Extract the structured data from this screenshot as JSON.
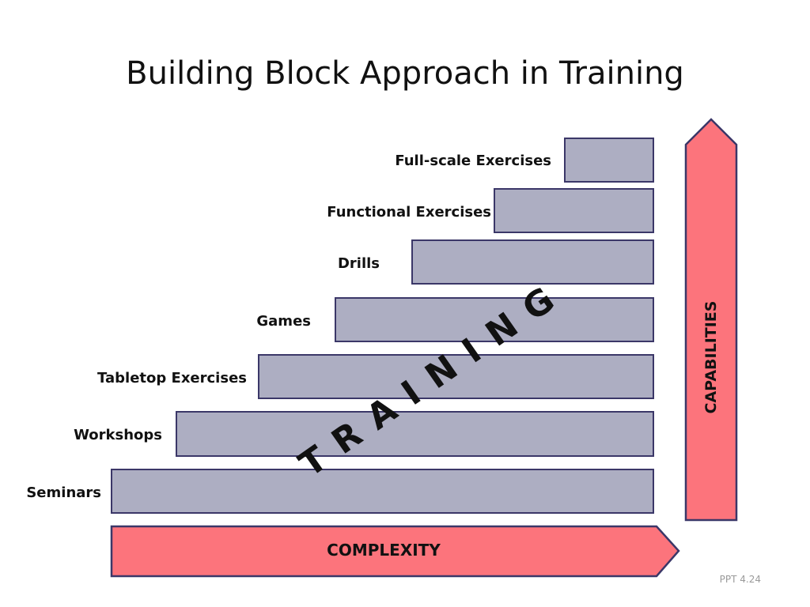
{
  "title": "Building Block Approach in Training",
  "steps": [
    {
      "label": "Full-scale Exercises"
    },
    {
      "label": "Functional Exercises"
    },
    {
      "label": "Drills"
    },
    {
      "label": "Games"
    },
    {
      "label": "Tabletop Exercises"
    },
    {
      "label": "Workshops"
    },
    {
      "label": "Seminars"
    }
  ],
  "training_label": "TRAINING",
  "complexity_label": "COMPLEXITY",
  "capabilities_label": "CAPABILITIES",
  "footer": "PPT 4.24",
  "colors": {
    "step_fill": "#adaec2",
    "step_border": "#3b3768",
    "arrow_fill": "#fc747c"
  }
}
